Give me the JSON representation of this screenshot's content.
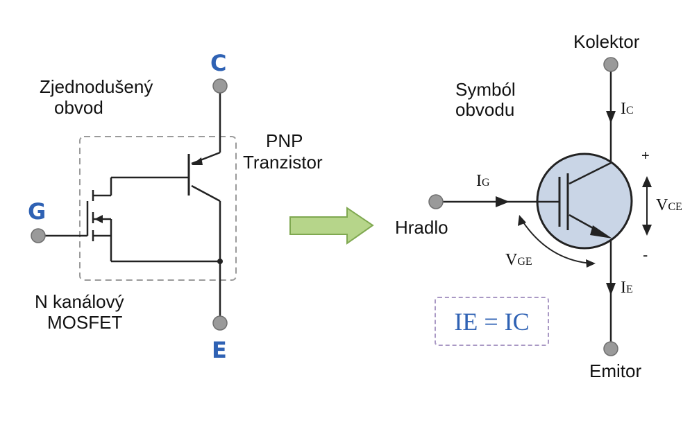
{
  "left": {
    "caption_line1": "Zjednodušený",
    "caption_line2": "obvod",
    "pnp_line1": "PNP",
    "pnp_line2": "Tranzistor",
    "mosfet_line1": "N kanálový",
    "mosfet_line2": "MOSFET",
    "terminal_collector": "C",
    "terminal_gate": "G",
    "terminal_emitter": "E"
  },
  "right": {
    "caption_line1": "Symból",
    "caption_line2": "obvodu",
    "collector": "Kolektor",
    "gate": "Hradlo",
    "emitter": "Emitor",
    "ic_main": "I",
    "ic_sub": "C",
    "ig_main": "I",
    "ig_sub": "G",
    "ie_main": "I",
    "ie_sub": "E",
    "vce_main": "V",
    "vce_sub": "CE",
    "vge_main": "V",
    "vge_sub": "GE",
    "plus": "+",
    "minus": "-",
    "equation": "IE = IC"
  },
  "colors": {
    "terminal_text": "#2f62b4",
    "arrow_fill": "#b6d58a",
    "arrow_stroke": "#7fa850",
    "circle_fill": "#c9d5e6",
    "equation_border": "#a998c4"
  }
}
